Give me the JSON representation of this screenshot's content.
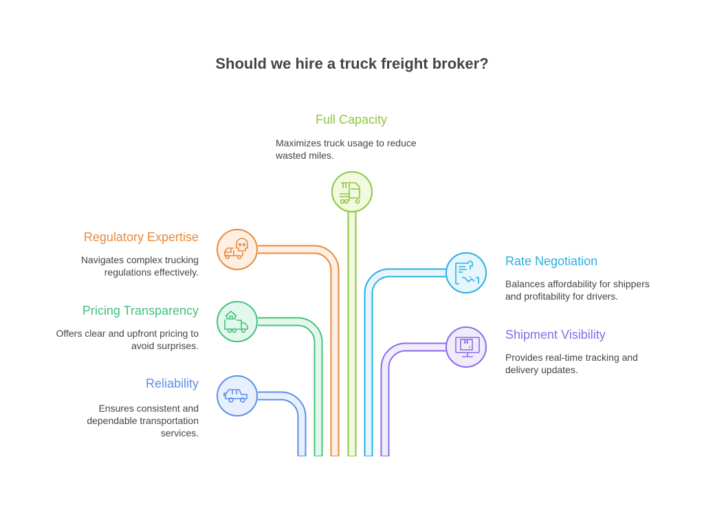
{
  "title": "Should we hire a truck freight broker?",
  "items": [
    {
      "key": "full-capacity",
      "title": "Full Capacity",
      "desc": [
        "Maximizes truck usage to reduce",
        "wasted miles."
      ],
      "icon": "truck-icon",
      "color": "#8DC63F",
      "fill": "#F1FADF"
    },
    {
      "key": "regulatory-expertise",
      "title": "Regulatory Expertise",
      "desc": [
        "Navigates complex trucking",
        "regulations effectively."
      ],
      "icon": "skull-truck-icon",
      "color": "#E8893A",
      "fill": "#FDEFE3"
    },
    {
      "key": "pricing-transparency",
      "title": "Pricing Transparency",
      "desc": [
        "Offers clear and upfront pricing to",
        "avoid surprises."
      ],
      "icon": "house-truck-icon",
      "color": "#45C07A",
      "fill": "#E3F8EC"
    },
    {
      "key": "reliability",
      "title": "Reliability",
      "desc": [
        "Ensures consistent and",
        "dependable transportation",
        "services."
      ],
      "icon": "jeep-icon",
      "color": "#5A8EE8",
      "fill": "#E8F0FD"
    },
    {
      "key": "rate-negotiation",
      "title": "Rate Negotiation",
      "desc": [
        "Balances affordability for shippers",
        "and profitability for drivers."
      ],
      "icon": "contract-handshake-icon",
      "color": "#2AAEE0",
      "fill": "#E6F6FD"
    },
    {
      "key": "shipment-visibility",
      "title": "Shipment Visibility",
      "desc": [
        "Provides real-time tracking and",
        "delivery updates."
      ],
      "icon": "monitor-package-icon",
      "color": "#8B6BE6",
      "fill": "#F0ECFC"
    }
  ]
}
